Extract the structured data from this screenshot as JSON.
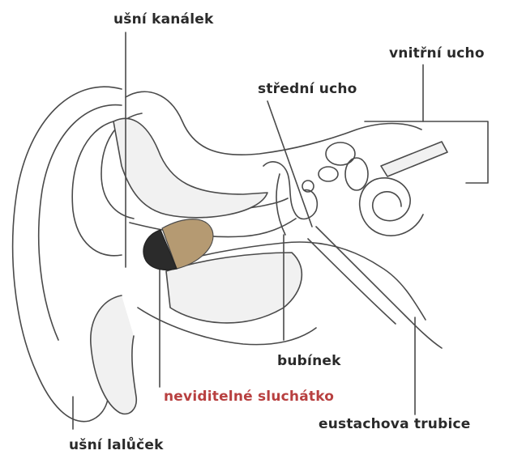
{
  "labels": {
    "ear_canal": "ušní kanálek",
    "inner_ear": "vnitřní ucho",
    "middle_ear": "střední ucho",
    "eardrum": "bubínek",
    "hearing_aid": "neviditelné sluchátko",
    "eustachian_tube": "eustachova trubice",
    "earlobe": "ušní lalůček"
  },
  "colors": {
    "line": "#4a4a4a",
    "tissue": "#f1f1f1",
    "hearing_aid_body": "#b59a72",
    "hearing_aid_tip": "#2b2b2b",
    "accent_red": "#b84040"
  }
}
